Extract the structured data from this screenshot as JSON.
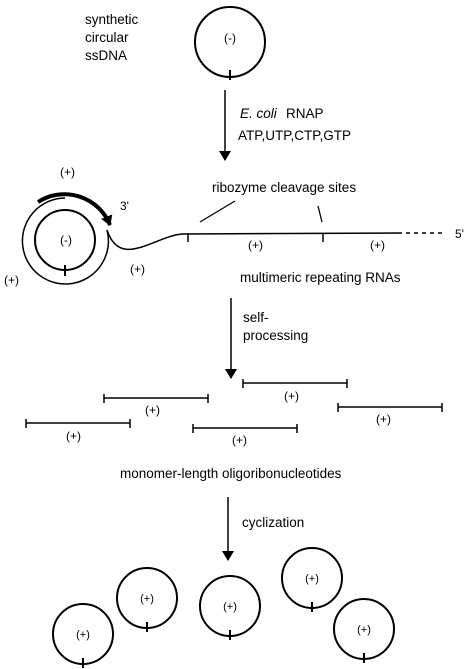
{
  "labels": {
    "synthetic": "synthetic",
    "circular": "circular",
    "ssdna": "ssDNA",
    "template_sign": "(-)",
    "ecoli": "E. coli",
    "rnap": "RNAP",
    "ntps": "ATP,UTP,CTP,GTP",
    "ribozyme_sites": "ribozyme cleavage sites",
    "three_prime": "3'",
    "five_prime": "5'",
    "plus": "(+)",
    "multimeric": "multimeric repeating RNAs",
    "self": "self-",
    "processing": "processing",
    "monomer": "monomer-length oligoribonucleotides",
    "cyclization": "cyclization"
  }
}
